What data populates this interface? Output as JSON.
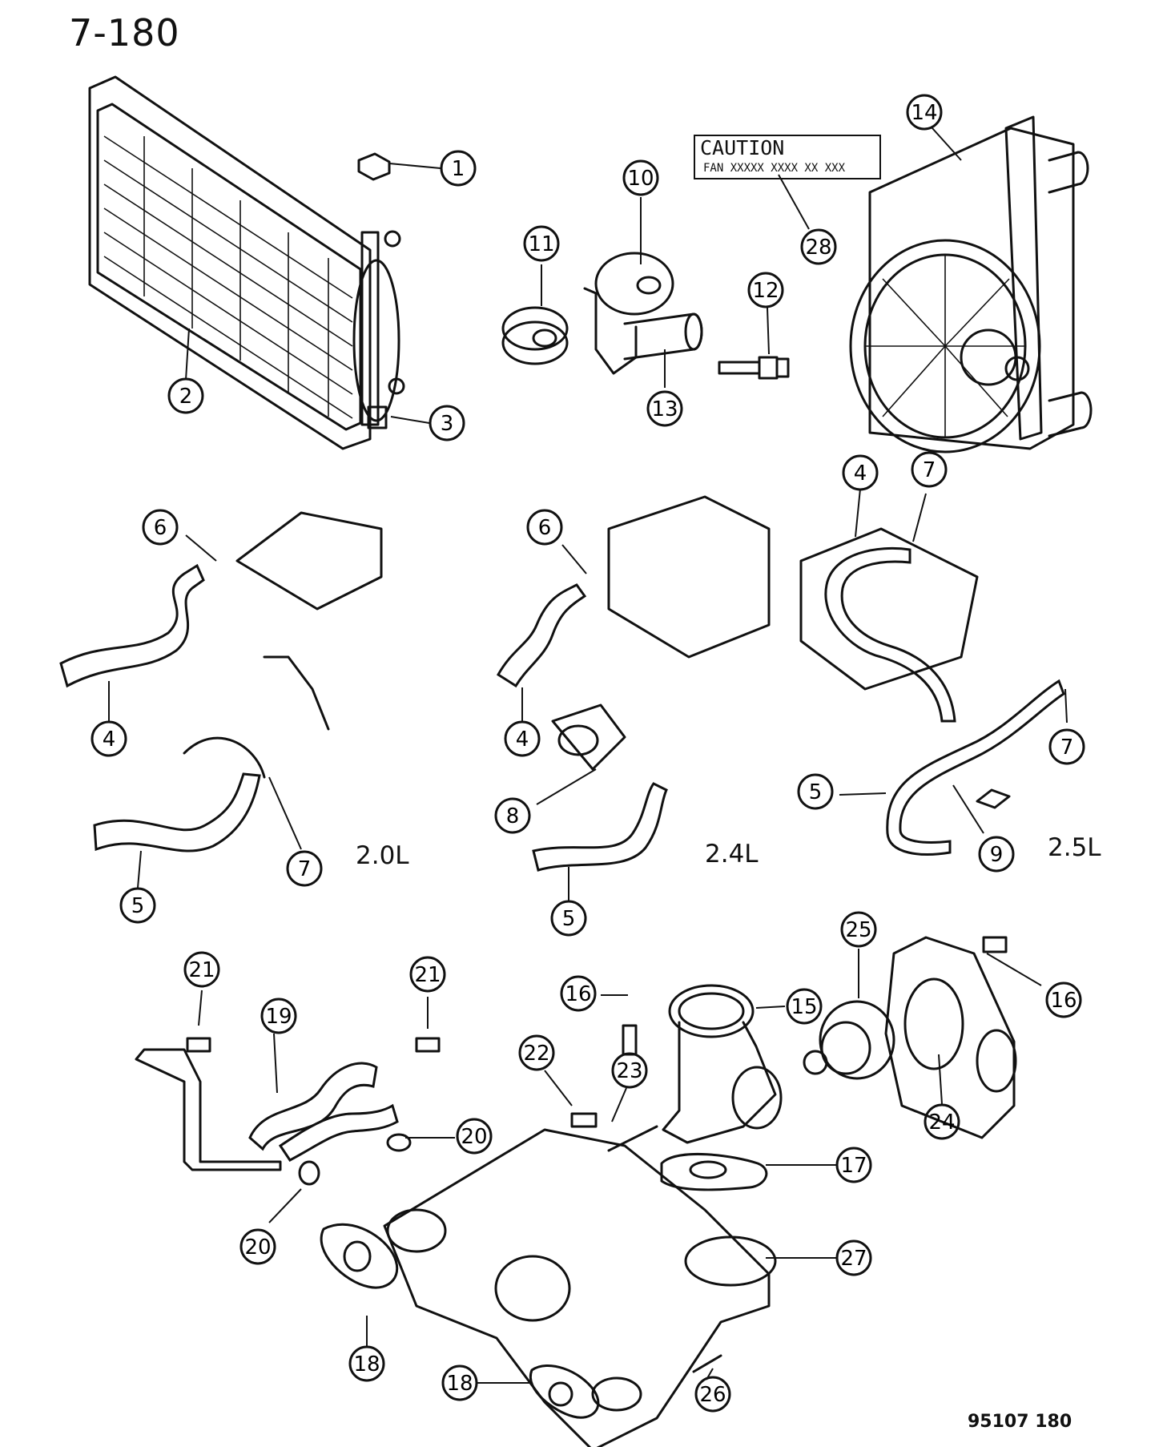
{
  "page_number": "7-180",
  "figure_code": "95107  180",
  "caution_label": {
    "title": "CAUTION",
    "text": "FAN  XXXXX XXXX XX XXX"
  },
  "engine_labels": [
    "2.0L",
    "2.4L",
    "2.5L"
  ],
  "callouts": [
    {
      "id": "c1",
      "number": "1"
    },
    {
      "id": "c2",
      "number": "2"
    },
    {
      "id": "c3",
      "number": "3"
    },
    {
      "id": "c4a",
      "number": "4"
    },
    {
      "id": "c4b",
      "number": "4"
    },
    {
      "id": "c4c",
      "number": "4"
    },
    {
      "id": "c5a",
      "number": "5"
    },
    {
      "id": "c5b",
      "number": "5"
    },
    {
      "id": "c5c",
      "number": "5"
    },
    {
      "id": "c6a",
      "number": "6"
    },
    {
      "id": "c6b",
      "number": "6"
    },
    {
      "id": "c7a",
      "number": "7"
    },
    {
      "id": "c7b",
      "number": "7"
    },
    {
      "id": "c7c",
      "number": "7"
    },
    {
      "id": "c8",
      "number": "8"
    },
    {
      "id": "c9",
      "number": "9"
    },
    {
      "id": "c10",
      "number": "10"
    },
    {
      "id": "c11",
      "number": "11"
    },
    {
      "id": "c12",
      "number": "12"
    },
    {
      "id": "c13",
      "number": "13"
    },
    {
      "id": "c14",
      "number": "14"
    },
    {
      "id": "c15",
      "number": "15"
    },
    {
      "id": "c16a",
      "number": "16"
    },
    {
      "id": "c16b",
      "number": "16"
    },
    {
      "id": "c17",
      "number": "17"
    },
    {
      "id": "c18a",
      "number": "18"
    },
    {
      "id": "c18b",
      "number": "18"
    },
    {
      "id": "c19",
      "number": "19"
    },
    {
      "id": "c20a",
      "number": "20"
    },
    {
      "id": "c20b",
      "number": "20"
    },
    {
      "id": "c21a",
      "number": "21"
    },
    {
      "id": "c21b",
      "number": "21"
    },
    {
      "id": "c22",
      "number": "22"
    },
    {
      "id": "c23",
      "number": "23"
    },
    {
      "id": "c24",
      "number": "24"
    },
    {
      "id": "c25",
      "number": "25"
    },
    {
      "id": "c26",
      "number": "26"
    },
    {
      "id": "c27",
      "number": "27"
    },
    {
      "id": "c28",
      "number": "28"
    }
  ]
}
